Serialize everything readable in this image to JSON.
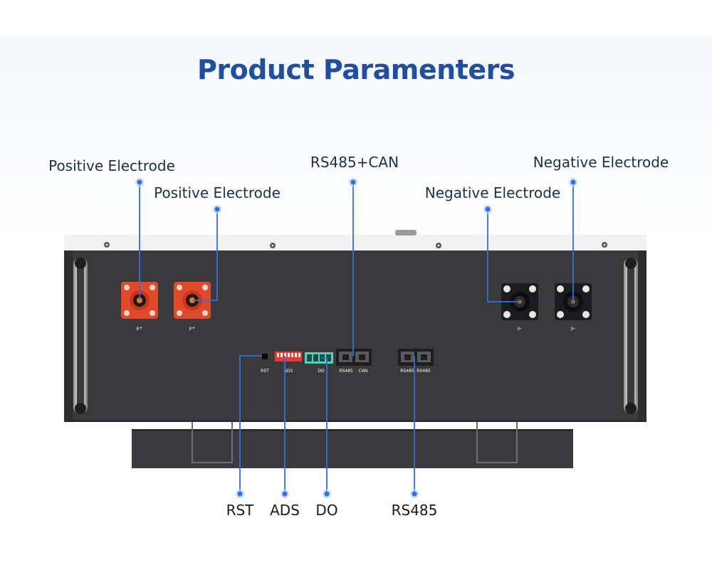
{
  "title": "Product Paramenters",
  "callouts": {
    "positive_electrode_1": "Positive Electrode",
    "positive_electrode_2": "Positive Electrode",
    "rs485_can": "RS485+CAN",
    "negative_electrode_1": "Negative Electrode",
    "negative_electrode_2": "Negative Electrode",
    "rst": "RST",
    "ads": "ADS",
    "do": "DO",
    "rs485": "RS485"
  },
  "panel_labels": {
    "p_plus_1": "p+",
    "p_plus_2": "p+",
    "p_minus_1": "p-",
    "p_minus_2": "p-",
    "rst": "RST",
    "ads": "ADS",
    "do": "DO",
    "port_rs485_a": "RS485",
    "port_can": "CAN",
    "port_rs485_b": "RS485",
    "port_rs485_c": "RS485"
  },
  "colors": {
    "title": "#1f4ea3",
    "leader_line": "#2f6fe6",
    "positive_terminal": "#e0492a",
    "panel": "#3a3a3c",
    "top_cover": "#f2f2f2",
    "ads_switch": "#e8392c",
    "do_connector": "#4fd3b5"
  }
}
